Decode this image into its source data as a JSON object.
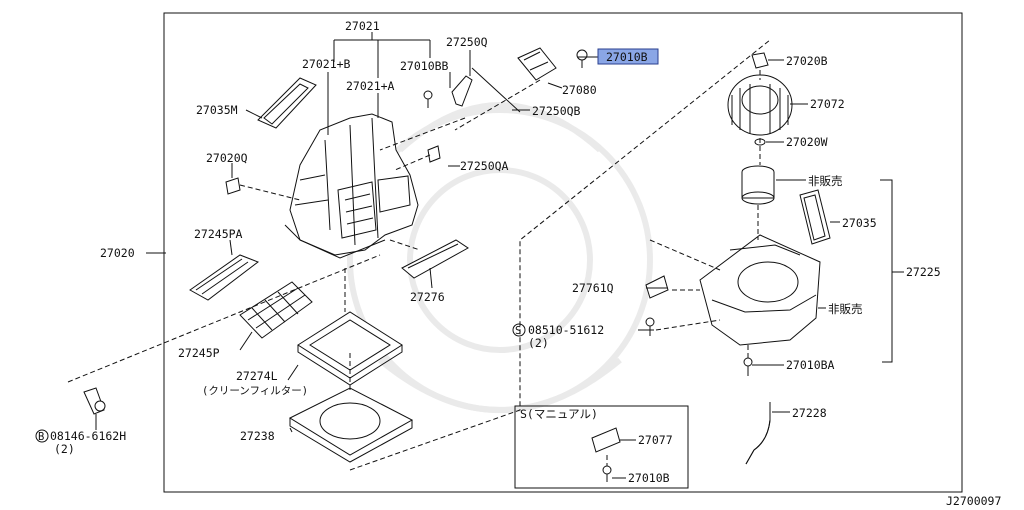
{
  "diagram_id": "J2700097",
  "highlight_color": "#8aa6e6",
  "labels": {
    "p27021": "27021",
    "p27021b": "27021+B",
    "p27021a": "27021+A",
    "p27010bb": "27010BB",
    "p27250q": "27250Q",
    "p27010b_top": "27010B",
    "p27080": "27080",
    "p27250qb": "27250QB",
    "p27035m": "27035M",
    "p27020q": "27020Q",
    "p27250qa": "27250QA",
    "p27020": "27020",
    "p27245pa": "27245PA",
    "p27276": "27276",
    "p27245p": "27245P",
    "p27274l": "27274L",
    "p27274l_note": "(クリーンフィルター)",
    "p27238": "27238",
    "bolt_b": "08146-6162H",
    "bolt_b_qty": "(2)",
    "bolt_b_mark": "B",
    "p27020b": "27020B",
    "p27072": "27072",
    "p27020w": "27020W",
    "hihanbai_1": "非販売",
    "p27035": "27035",
    "p27225": "27225",
    "hihanbai_2": "非販売",
    "p27761q": "27761Q",
    "screw_s": "08510-51612",
    "screw_s_qty": "(2)",
    "screw_s_mark": "S",
    "p27010ba": "27010BA",
    "p27228": "27228",
    "manual_box_title": "S(マニュアル)",
    "p27077": "27077",
    "p27010b_box": "27010B"
  }
}
